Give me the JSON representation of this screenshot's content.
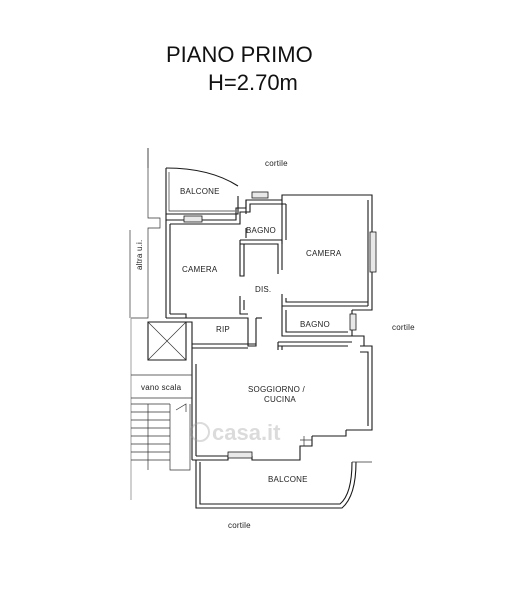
{
  "title": {
    "line1": "PIANO PRIMO",
    "line2": "H=2.70m"
  },
  "rooms": {
    "balcone_top": "BALCONE",
    "bagno_top": "BAGNO",
    "camera_left": "CAMERA",
    "camera_right": "CAMERA",
    "dis": "DIS.",
    "rip": "RIP",
    "bagno_right": "BAGNO",
    "soggiorno_l1": "SOGGIORNO /",
    "soggiorno_l2": "CUCINA",
    "balcone_bottom": "BALCONE"
  },
  "context": {
    "cortile_top": "cortile",
    "cortile_right": "cortile",
    "cortile_bottom": "cortile",
    "altra_ui": "altra u.i.",
    "vano_scala": "vano scala"
  },
  "watermark": {
    "text": "casa.it"
  }
}
